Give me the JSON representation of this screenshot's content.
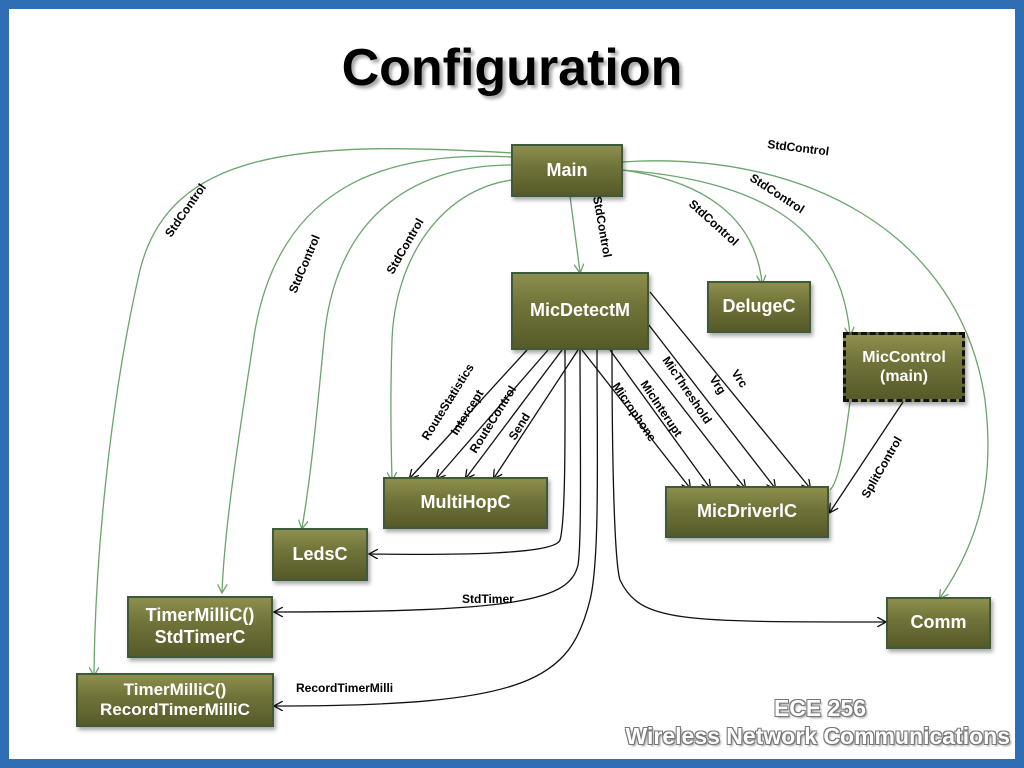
{
  "title": "Configuration",
  "nodes": {
    "main": "Main",
    "micdetectm": "MicDetectM",
    "delugec": "DelugeC",
    "miccontrol_line1": "MicControl",
    "miccontrol_line2": "(main)",
    "multihopc": "MultiHopC",
    "micdriverlc": "MicDriverlC",
    "ledsc": "LedsC",
    "timer1_line1": "TimerMilliC()",
    "timer1_line2": "StdTimerC",
    "comm": "Comm",
    "timer2_line1": "TimerMilliC()",
    "timer2_line2": "RecordTimerMilliC"
  },
  "edge_labels": {
    "std_far_left": "StdControl",
    "std_left": "StdControl",
    "std_mid_left": "StdControl",
    "std_center": "StdControl",
    "std_deluge": "StdControl",
    "std_miccontrol": "StdControl",
    "std_comm": "StdControl",
    "route_statistics": "RouteStatistics",
    "intercept": "Intercept",
    "route_control": "RouteControl",
    "send": "Send",
    "microphone": "Microphone",
    "mic_interupt": "MicInterupt",
    "mic_threshold": "MicThreshold",
    "vrg": "Vrg",
    "vrc": "Vrc",
    "split_control": "SplitControl",
    "std_timer": "StdTimer",
    "record_timer_milli": "RecordTimerMilli"
  },
  "footer": {
    "course": "ECE 256",
    "course_title": "Wireless Network Communications"
  },
  "colors": {
    "border": "#2f6db5",
    "node_fill": "#6f7238",
    "node_border": "#3f5a3a",
    "wire_green": "#6aa56a",
    "wire_black": "#111111"
  }
}
